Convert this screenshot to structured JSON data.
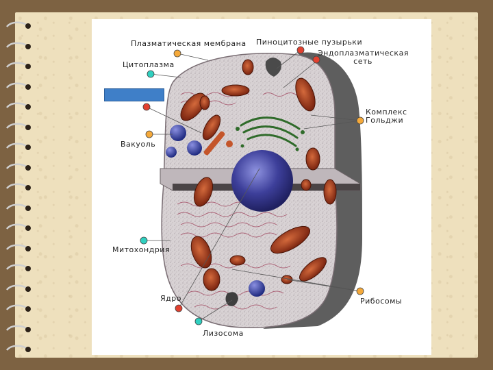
{
  "diagram": {
    "labels": {
      "plasma_membrane": "Плазматическая мембрана",
      "pinocytic_vesicles": "Пиноцитозные пузырьки",
      "er_line1": "Эндоплазматическая",
      "er_line2": "сеть",
      "cytoplasm": "Цитоплазма",
      "golgi_line1": "Комплекс",
      "golgi_line2": "Гольджи",
      "vacuole": "Вакуоль",
      "mitochondria": "Митохондрия",
      "nucleus": "Ядро",
      "ribosomes": "Рибосомы",
      "lysosome": "Лизосома"
    },
    "colors": {
      "marker_orange": "#f5a93a",
      "marker_teal": "#2fd0c0",
      "marker_red": "#e2402f",
      "label_box": "#3f7fc8",
      "mitochondria": "#a93a1c",
      "nucleus": "#3d3f9a",
      "cytoplasm": "#d9d3d3",
      "shadow": "#5a5a5a"
    }
  }
}
